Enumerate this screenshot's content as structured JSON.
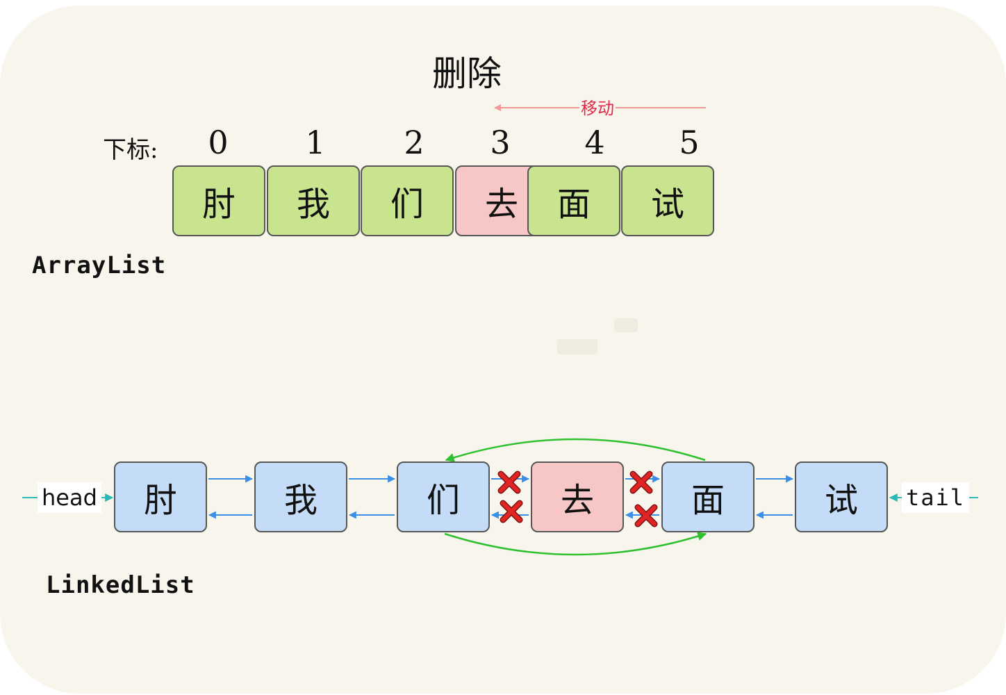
{
  "title": "删除",
  "array": {
    "index_label": "下标:",
    "indices": [
      "0",
      "1",
      "2",
      "3",
      "4",
      "5"
    ],
    "cells": [
      "肘",
      "我",
      "们",
      "去",
      "面",
      "试"
    ],
    "move_label": "移动",
    "name": "ArrayList"
  },
  "linked": {
    "head_label": "head",
    "tail_label": "tail",
    "nodes": [
      "肘",
      "我",
      "们",
      "去",
      "面",
      "试"
    ],
    "name": "LinkedList"
  },
  "colors": {
    "array_cell": "#c8e48e",
    "deleted_cell": "#f7c6c6",
    "linked_node": "#c4dcf7",
    "link_arrow": "#3a8ee6",
    "bypass_arrow": "#2ec02e",
    "pointer_arrow": "#2ab9b9",
    "cross_mark": "#e02424",
    "move_arrow": "#f29a9a"
  }
}
